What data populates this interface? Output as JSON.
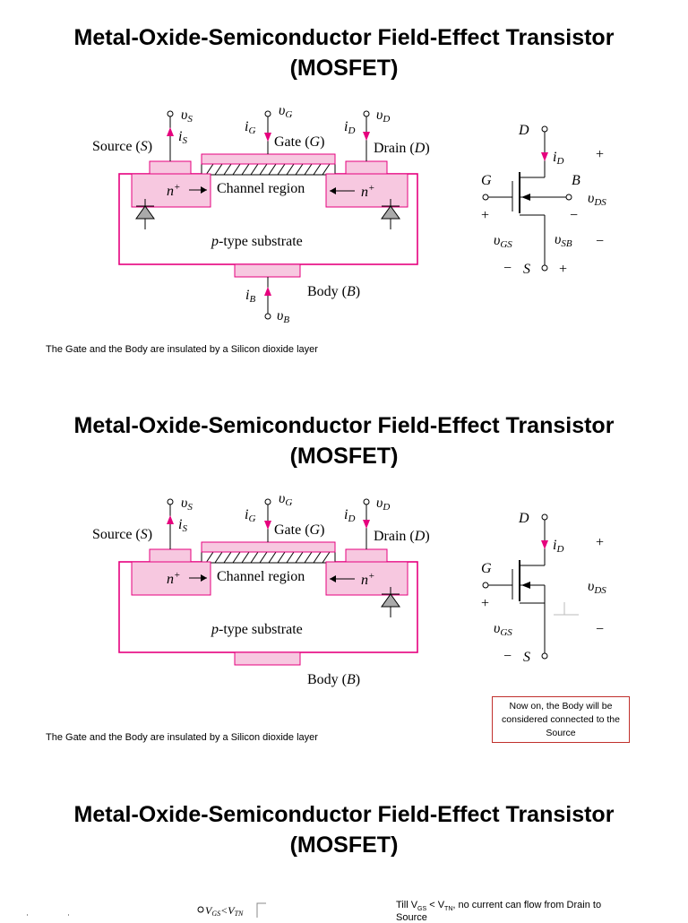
{
  "slides": [
    {
      "title_line1": "Metal-Oxide-Semiconductor Field-Effect Transistor",
      "title_line2": "(MOSFET)",
      "caption": "The Gate and the Body are insulated by a Silicon dioxide layer"
    },
    {
      "title_line1": "Metal-Oxide-Semiconductor Field-Effect Transistor",
      "title_line2": "(MOSFET)",
      "caption": "The Gate and the Body are insulated by a Silicon dioxide layer",
      "note": "Now on, the Body will be considered connected to the Source"
    },
    {
      "title_line1": "Metal-Oxide-Semiconductor Field-Effect Transistor",
      "title_line2": "(MOSFET)",
      "side_note": "Till V",
      "side_note_sub1": "GS",
      "side_note_mid": " < V",
      "side_note_sub2": "TN",
      "side_note_end": ", no current can flow from Drain to",
      "side_note_cut": "Source",
      "formula_v": "V",
      "formula_gs": "GS",
      "formula_lt": "<V",
      "formula_tn": "TN"
    }
  ],
  "diagram": {
    "source": "Source (",
    "source_s": "S",
    "gate": "Gate (",
    "gate_g": "G",
    "drain": "Drain (",
    "drain_d": "D",
    "close": ")",
    "channel": "Channel region",
    "substrate_p": "p",
    "substrate": "-type substrate",
    "body": "Body (",
    "body_b": "B",
    "n": "n",
    "plus": "+",
    "v": "υ",
    "i": "i",
    "sub_S": "S",
    "sub_G": "G",
    "sub_D": "D",
    "sub_B": "B"
  },
  "symbol": {
    "D": "D",
    "G": "G",
    "S": "S",
    "B": "B",
    "iD_i": "i",
    "iD_sub": "D",
    "vDS": "υ",
    "vDS_sub": "DS",
    "vGS": "υ",
    "vGS_sub": "GS",
    "vSB": "υ",
    "vSB_sub": "SB",
    "plus": "+",
    "minus": "−"
  },
  "colors": {
    "magenta": "#e6007e",
    "pink_fill": "#f7c8e0",
    "pink_light": "#fbd9ea",
    "note_border": "#c0302c"
  }
}
